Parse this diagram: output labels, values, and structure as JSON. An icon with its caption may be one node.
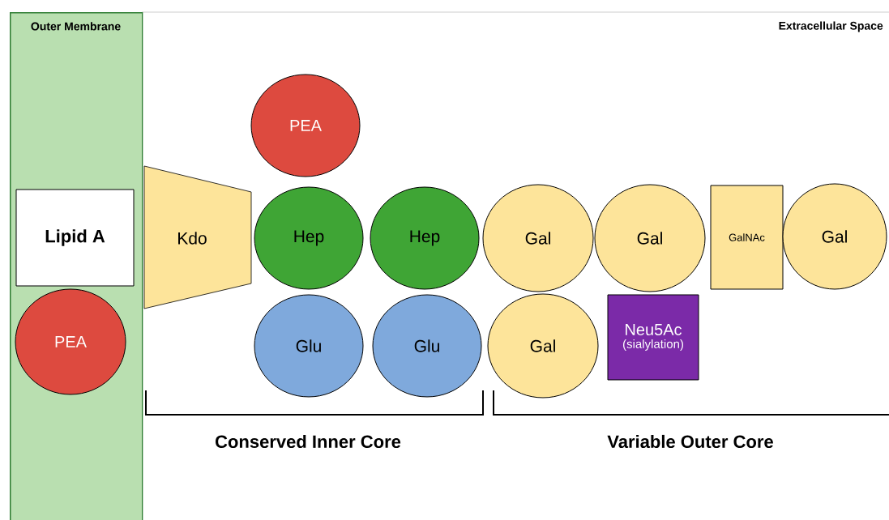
{
  "diagram": {
    "nodes": [
      {
        "text": [
          "Outer Membrane"
        ]
      },
      {
        "text": [
          "Lipid A"
        ],
        "in": 0
      },
      {
        "text": [
          "PEA"
        ],
        "in": 0
      },
      {
        "text": [
          "Kdo"
        ]
      },
      {
        "text": [
          "PEA"
        ]
      },
      {
        "text": [
          "Hep"
        ]
      },
      {
        "text": [
          "Hep"
        ]
      },
      {
        "text": [
          "Glu"
        ]
      },
      {
        "text": [
          "Glu"
        ]
      },
      {
        "text": [
          "Gal"
        ]
      },
      {
        "text": [
          "Gal"
        ]
      },
      {
        "text": [
          "GalNAc"
        ]
      },
      {
        "text": [
          "Gal"
        ]
      },
      {
        "text": [
          "Gal"
        ]
      },
      {
        "text": [
          "Neu5Ac",
          "(sialylation)"
        ]
      }
    ],
    "labels": [
      "Extracellular Space",
      "Conserved Inner Core",
      "Variable Outer Core"
    ]
  }
}
